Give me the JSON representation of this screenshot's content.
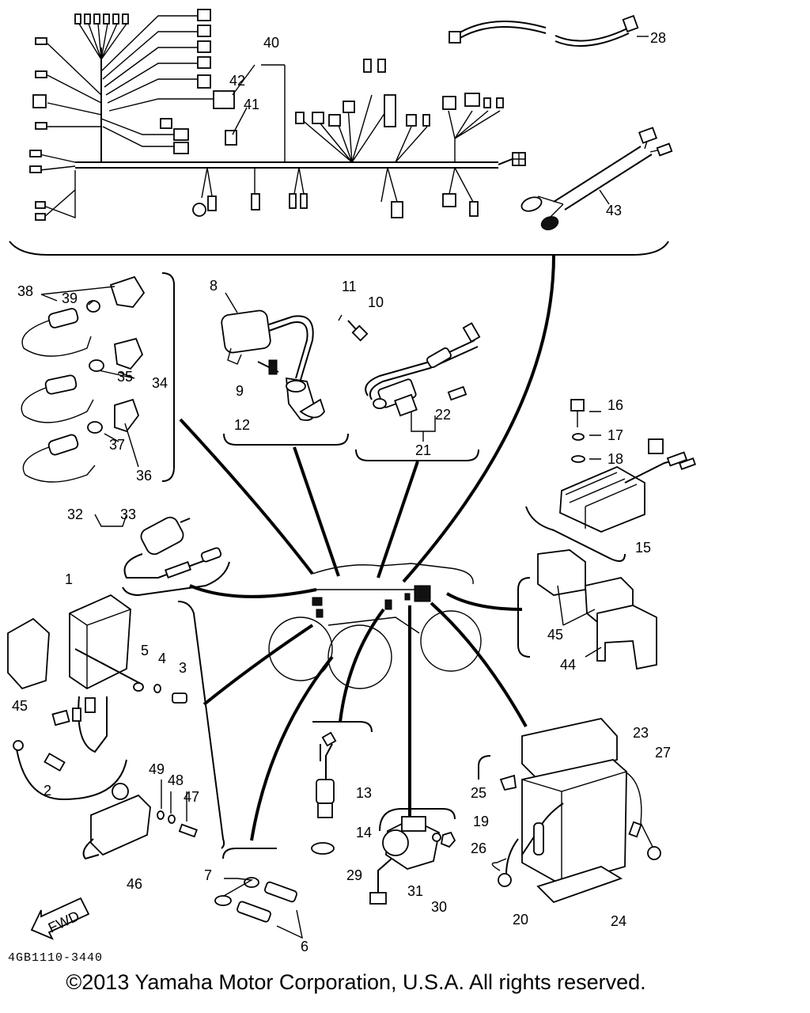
{
  "callouts": [
    {
      "id": "c1",
      "label": "1"
    },
    {
      "id": "c2",
      "label": "2"
    },
    {
      "id": "c3",
      "label": "3"
    },
    {
      "id": "c4",
      "label": "4"
    },
    {
      "id": "c5",
      "label": "5"
    },
    {
      "id": "c6",
      "label": "6"
    },
    {
      "id": "c7",
      "label": "7"
    },
    {
      "id": "c8",
      "label": "8"
    },
    {
      "id": "c9",
      "label": "9"
    },
    {
      "id": "c10",
      "label": "10"
    },
    {
      "id": "c11",
      "label": "11"
    },
    {
      "id": "c12",
      "label": "12"
    },
    {
      "id": "c13",
      "label": "13"
    },
    {
      "id": "c14",
      "label": "14"
    },
    {
      "id": "c15",
      "label": "15"
    },
    {
      "id": "c16",
      "label": "16"
    },
    {
      "id": "c17",
      "label": "17"
    },
    {
      "id": "c18",
      "label": "18"
    },
    {
      "id": "c19",
      "label": "19"
    },
    {
      "id": "c20",
      "label": "20"
    },
    {
      "id": "c21",
      "label": "21"
    },
    {
      "id": "c22",
      "label": "22"
    },
    {
      "id": "c23",
      "label": "23"
    },
    {
      "id": "c24",
      "label": "24"
    },
    {
      "id": "c25",
      "label": "25"
    },
    {
      "id": "c26",
      "label": "26"
    },
    {
      "id": "c27",
      "label": "27"
    },
    {
      "id": "c28",
      "label": "28"
    },
    {
      "id": "c29",
      "label": "29"
    },
    {
      "id": "c30",
      "label": "30"
    },
    {
      "id": "c31",
      "label": "31"
    },
    {
      "id": "c32",
      "label": "32"
    },
    {
      "id": "c33",
      "label": "33"
    },
    {
      "id": "c34",
      "label": "34"
    },
    {
      "id": "c35",
      "label": "35"
    },
    {
      "id": "c36",
      "label": "36"
    },
    {
      "id": "c37",
      "label": "37"
    },
    {
      "id": "c38",
      "label": "38"
    },
    {
      "id": "c39",
      "label": "39"
    },
    {
      "id": "c40",
      "label": "40"
    },
    {
      "id": "c41",
      "label": "41"
    },
    {
      "id": "c42",
      "label": "42"
    },
    {
      "id": "c43",
      "label": "43"
    },
    {
      "id": "c44",
      "label": "44"
    },
    {
      "id": "c45a",
      "label": "45"
    },
    {
      "id": "c45b",
      "label": "45"
    },
    {
      "id": "c46",
      "label": "46"
    },
    {
      "id": "c47",
      "label": "47"
    },
    {
      "id": "c48",
      "label": "48"
    },
    {
      "id": "c49",
      "label": "49"
    }
  ],
  "fwd_label": "FWD",
  "diagram_code": "4GB1110-3440",
  "copyright": "©2013 Yamaha Motor Corporation, U.S.A. All rights reserved."
}
